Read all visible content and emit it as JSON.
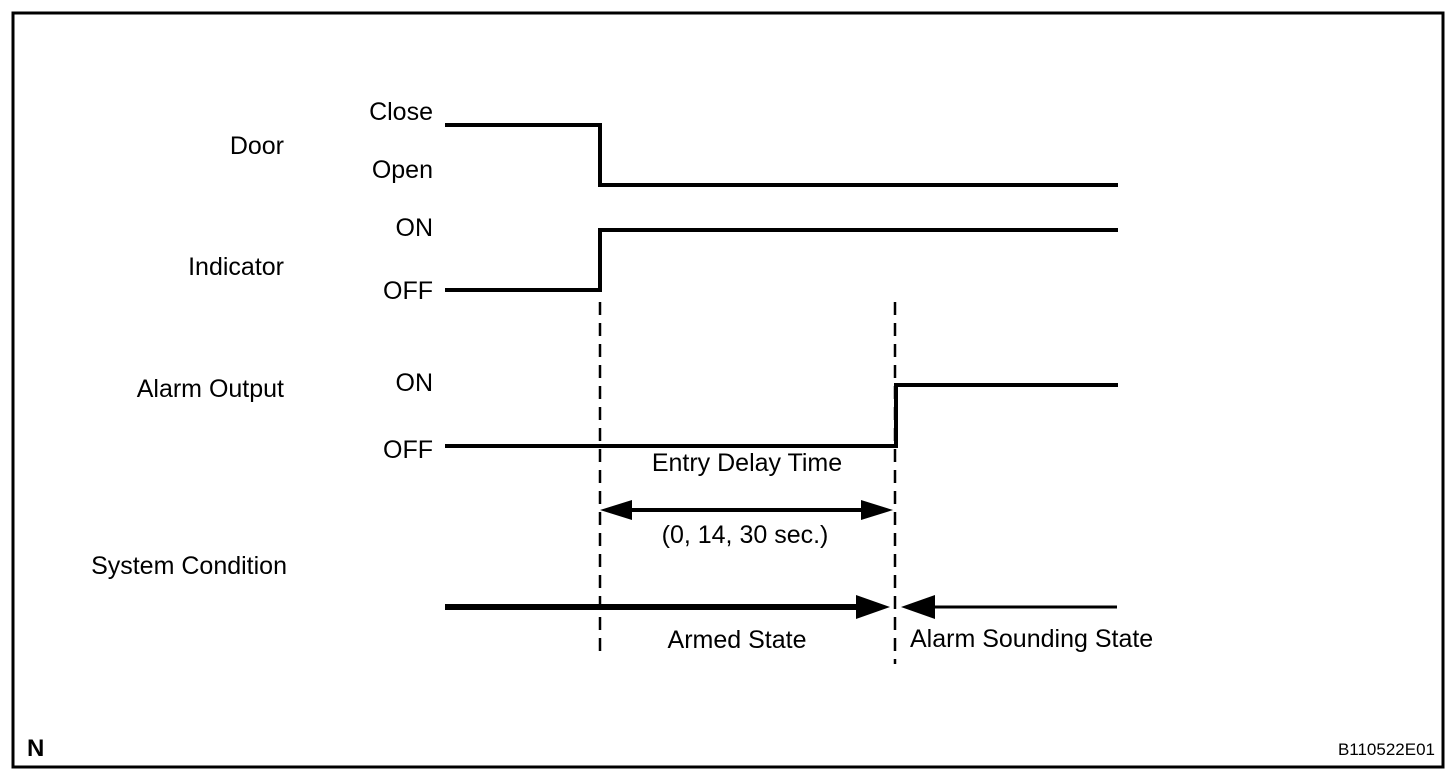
{
  "figure": {
    "note": "N",
    "figure_code": "B110522E01",
    "line_color": "#000000",
    "background": "#ffffff",
    "type": "timing-diagram"
  },
  "signals": [
    {
      "label": "Door",
      "high": "Close",
      "low": "Open",
      "initial_state": "Close",
      "transition": "falls to Open at entry delay start"
    },
    {
      "label": "Indicator",
      "high": "ON",
      "low": "OFF",
      "initial_state": "OFF",
      "transition": "rises to ON at entry delay start"
    },
    {
      "label": "Alarm Output",
      "high": "ON",
      "low": "OFF",
      "initial_state": "OFF",
      "transition": "rises to ON at entry delay end"
    }
  ],
  "entry_delay": {
    "label": "Entry Delay Time",
    "values": "(0, 14, 30 sec.)"
  },
  "system_condition": {
    "label": "System Condition",
    "armed_label": "Armed State",
    "sounding_label": "Alarm Sounding State",
    "armed_span": "from signal start until entry delay end",
    "sounding_span": "from entry delay end onward"
  }
}
